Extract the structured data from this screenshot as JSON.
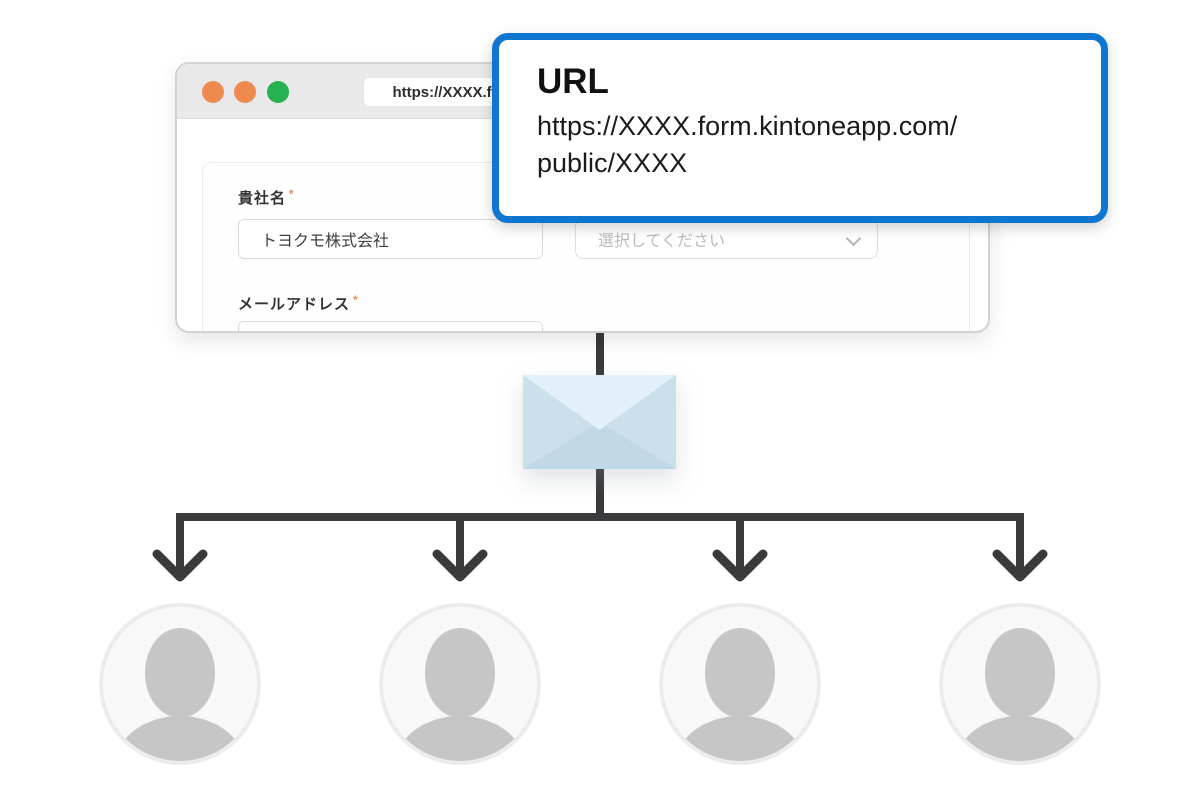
{
  "browser_window": {
    "address_bar_url": "https://XXXX.form",
    "form": {
      "company_field": {
        "label": "貴社名",
        "required_mark": "*",
        "value": "トヨクモ株式会社"
      },
      "select_field": {
        "placeholder": "選択してください"
      },
      "email_field": {
        "label": "メールアドレス",
        "required_mark": "*",
        "value": ""
      }
    }
  },
  "url_callout": {
    "title": "URL",
    "url": "https://XXXX.form.kintoneapp.com/public/XXXX",
    "url_line1": "https://XXXX.form.kintoneapp.com/",
    "url_line2": "public/XXXX"
  },
  "flow": {
    "recipient_count": 4,
    "envelope_icon": "envelope-icon",
    "recipient_icon": "person-avatar"
  },
  "colors": {
    "callout_border_blue": "#0E76D1",
    "required_orange": "#F08A4E",
    "traffic_dot_orange": "#EF8A50",
    "traffic_dot_green": "#27B150",
    "connector_dark": "#3A3A3C",
    "envelope_flap_light": "#E1F0F9",
    "envelope_side_mid": "#CBE0EA",
    "envelope_bottom_dark": "#BFD8E3",
    "titlebar_gray": "#E9E9E9",
    "avatar_silhouette_gray": "#C6C6C6"
  }
}
